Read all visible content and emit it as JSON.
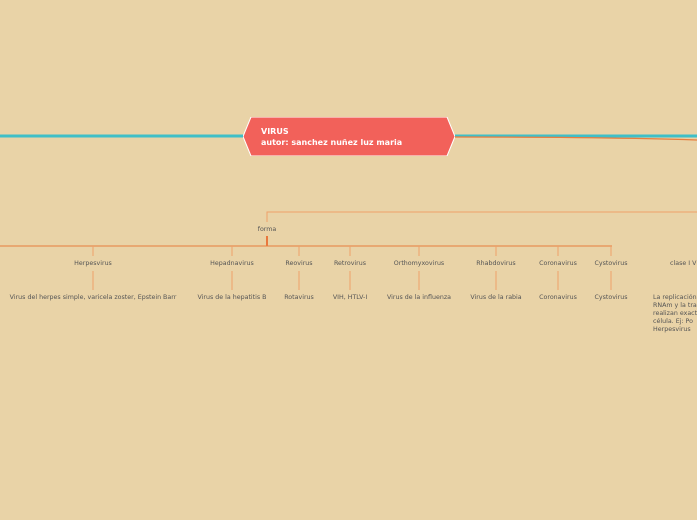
{
  "central": {
    "title": "VIRUS",
    "author": "autor: sanchez nuñez luz maria"
  },
  "branch": {
    "label": "forma"
  },
  "families": [
    {
      "name": "Herpesvirus",
      "example": "Virus del herpes simple, varicela zoster, Epstein Barr"
    },
    {
      "name": "Hepadnavirus",
      "example": "Virus de la hepatitis B"
    },
    {
      "name": "Reovirus",
      "example": "Rotavirus"
    },
    {
      "name": "Retrovirus",
      "example": "VIH, HTLV-I"
    },
    {
      "name": "Orthomyxovirus",
      "example": "Virus de la influenza"
    },
    {
      "name": "Rhabdovirus",
      "example": "Virus de la rabia"
    },
    {
      "name": "Coronavirus",
      "example": "Coronavirus"
    },
    {
      "name": "Cystovirus",
      "example": "Cystovirus"
    }
  ],
  "clase": {
    "name": "clase I V",
    "lines": [
      "La replicación",
      "RNAm y la tra",
      "realizan exact",
      "célula. Ej: Po",
      "Herpesvirus"
    ]
  },
  "colors": {
    "background": "#e9d3a7",
    "main_line": "#3fbfc7",
    "central_fill": "#f2615a",
    "branch_line": "#e87d3e",
    "connector": "#efa06a"
  }
}
